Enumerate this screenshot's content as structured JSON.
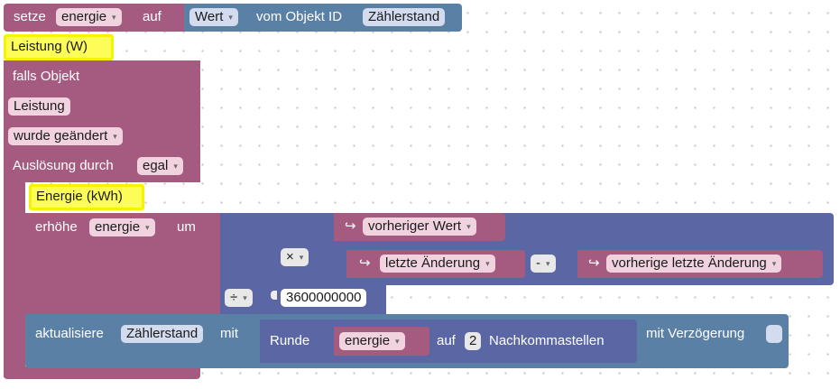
{
  "setze_block": {
    "label": "setze",
    "variable": "energie",
    "on_label": "auf",
    "value_field": "Wert",
    "object_label": "vom Objekt ID",
    "object_id": "Zählerstand"
  },
  "comment_trigger": "Leistung (W)",
  "trigger_block": {
    "title": "falls Objekt",
    "object_id": "Leistung",
    "condition": "wurde geändert",
    "trigger_label": "Auslösung durch",
    "trigger_value": "egal"
  },
  "comment_energy": "Energie (kWh)",
  "increase_block": {
    "label": "erhöhe",
    "variable": "energie",
    "by_label": "um",
    "divide_op": "÷",
    "multiply_op": "×",
    "previous_value": "vorheriger Wert",
    "last_change": "letzte Änderung",
    "minus_op": "-",
    "previous_last_change": "vorherige letzte Änderung",
    "divisor": "3600000000"
  },
  "update_block": {
    "label": "aktualisiere",
    "object_id": "Zählerstand",
    "with_label": "mit",
    "round_label": "Runde",
    "round_variable": "energie",
    "to_label": "auf",
    "decimals": "2",
    "decimals_label": "Nachkommastellen",
    "delay_label": "mit Verzögerung"
  },
  "icons": {
    "dropdown": "▾",
    "trigger_arrow": "↪"
  },
  "colors": {
    "event_block": "#a55b80",
    "object_block": "#5b80a5",
    "math_block": "#5b67a5",
    "comment": "#fdfd5a"
  }
}
